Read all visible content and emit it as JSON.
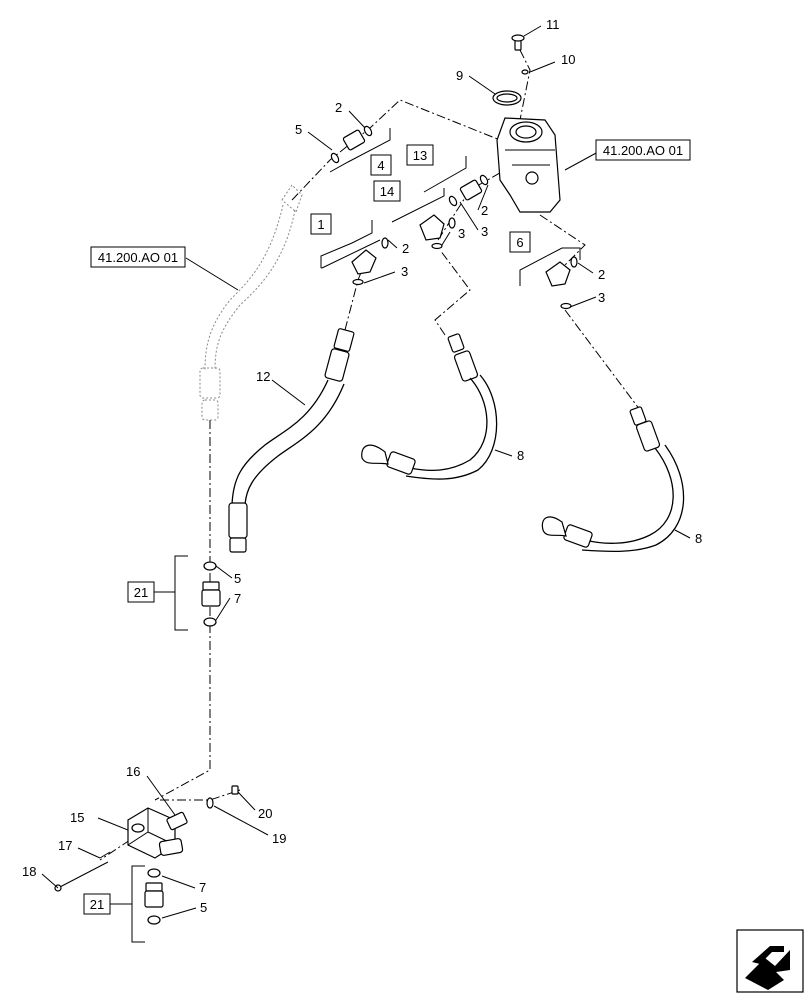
{
  "labels": {
    "n1": "1",
    "n2a": "2",
    "n2b": "2",
    "n2c": "2",
    "n2d": "2",
    "n3a": "3",
    "n3b": "3",
    "n3c": "3",
    "n3d": "3",
    "n4": "4",
    "n5a": "5",
    "n5b": "5",
    "n5c": "5",
    "n6": "6",
    "n7a": "7",
    "n7b": "7",
    "n8a": "8",
    "n8b": "8",
    "n9": "9",
    "n10": "10",
    "n11": "11",
    "n12": "12",
    "n13": "13",
    "n14": "14",
    "n15": "15",
    "n16": "16",
    "n17": "17",
    "n18": "18",
    "n19": "19",
    "n20": "20",
    "n21a": "21",
    "n21b": "21"
  },
  "references": {
    "ref_left": "41.200.AO 01",
    "ref_right": "41.200.AO 01"
  },
  "icons": {
    "nav": "next-page-arrow-icon"
  }
}
